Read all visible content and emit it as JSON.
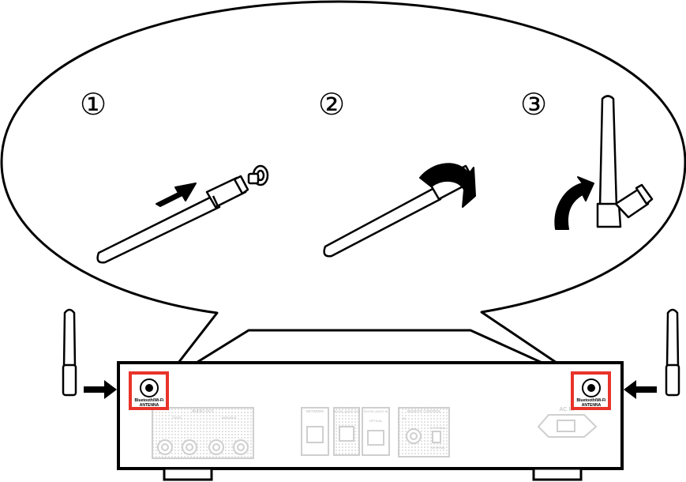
{
  "steps": [
    {
      "number": "①"
    },
    {
      "number": "②"
    },
    {
      "number": "③"
    }
  ],
  "jacks": {
    "left": {
      "line1": "Bluetooth/Wi-Fi",
      "line2": "ANTENNA"
    },
    "right": {
      "line1": "Bluetooth/Wi-Fi",
      "line2": "ANTENNA"
    }
  },
  "panel": {
    "audio_out": "AUDIO OUT",
    "fixed": "FIXED",
    "variable": "VARIABLE",
    "network": "NETWORK",
    "digital_audio_out": "DIGITAL AUDIO OUT",
    "digital_audio_in": "DIGITAL AUDIO IN",
    "optical": "OPTICAL",
    "remote_control": "REMOTE CONTROL",
    "in": "IN",
    "external": "EXTERNAL",
    "internal": "INTERNAL",
    "ac_in": "AC IN"
  },
  "colors": {
    "highlight": "#e8332a",
    "line": "#000000",
    "faded_panel": "#cfcfcf"
  }
}
